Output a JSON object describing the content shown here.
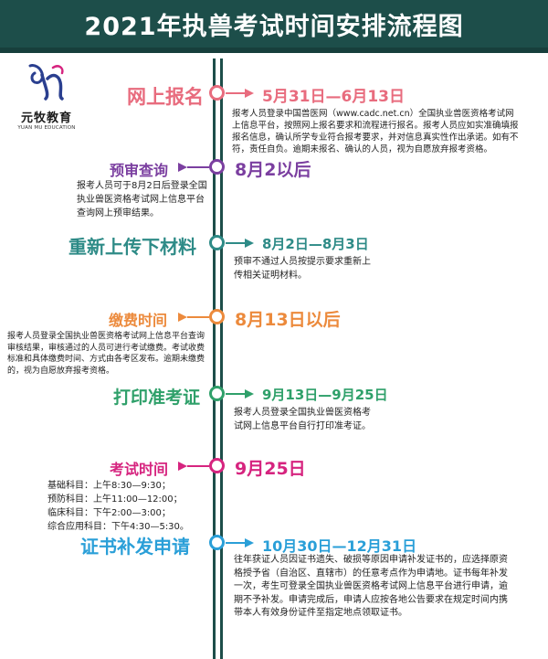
{
  "title": "2021年执兽考试时间安排流程图",
  "logo": {
    "cn": "元牧教育",
    "en": "YUAN MU EDUCATION"
  },
  "colors": {
    "header": "#1d4e4a",
    "line": "#1d4e4a"
  },
  "stages": [
    {
      "title": "网上报名",
      "date": "5月31日—6月13日",
      "color": "#e86c7e",
      "desc": "报考人员登录中国兽医网（www.cadc.net.cn）全国执业兽医资格考试网上信息平台，按照网上报名要求和流程进行报名。报考人员应如实准确填报报名信息，确认所学专业符合报考要求，并对信息真实性作出承诺。如有不符，责任自负。逾期未报名、确认的人员，视为自愿放弃报考资格。"
    },
    {
      "title": "预审查询",
      "date": "8月2以后",
      "color": "#7b3fa0",
      "desc": "报考人员可于8月2日后登录全国执业兽医资格考试网上信息平台查询网上预审结果。"
    },
    {
      "title": "重新上传下材料",
      "date": "8月2日—8月3日",
      "color": "#2e8b87",
      "desc": "预审不通过人员按提示要求重新上传相关证明材料。"
    },
    {
      "title": "缴费时间",
      "date": "8月13日以后",
      "color": "#ec8a3c",
      "desc": "报考人员登录全国执业兽医资格考试网上信息平台查询审核结果，审核通过的人员可进行考试缴费。考试收费标准和具体缴费时间、方式由各考区发布。逾期未缴费的，视为自愿放弃报考资格。"
    },
    {
      "title": "打印准考证",
      "date": "9月13日—9月25日",
      "color": "#2fa06a",
      "desc": "报考人员登录全国执业兽医资格考试网上信息平台自行打印准考证。"
    },
    {
      "title": "考试时间",
      "date": "9月25日",
      "color": "#d6247f",
      "exam_lines": [
        "基础科目：上午8:30—9:30；",
        "预防科目：上午11:00—12:00；",
        "临床科目：下午2:00—3:00；",
        "综合应用科目：下午4:30—5:30。"
      ]
    },
    {
      "title": "证书补发申请",
      "date": "10月30日—12月31日",
      "color": "#2a9fd8",
      "desc": "往年获证人员因证书遗失、破损等原因申请补发证书的，应选择原资格授予省（自治区、直辖市）的任意考点作为申请地。证书每年补发一次，考生可登录全国执业兽医资格考试网上信息平台进行申请，逾期不予补发。申请完成后，申请人应按各地公告要求在规定时间内携带本人有效身份证件至指定地点领取证书。"
    }
  ]
}
